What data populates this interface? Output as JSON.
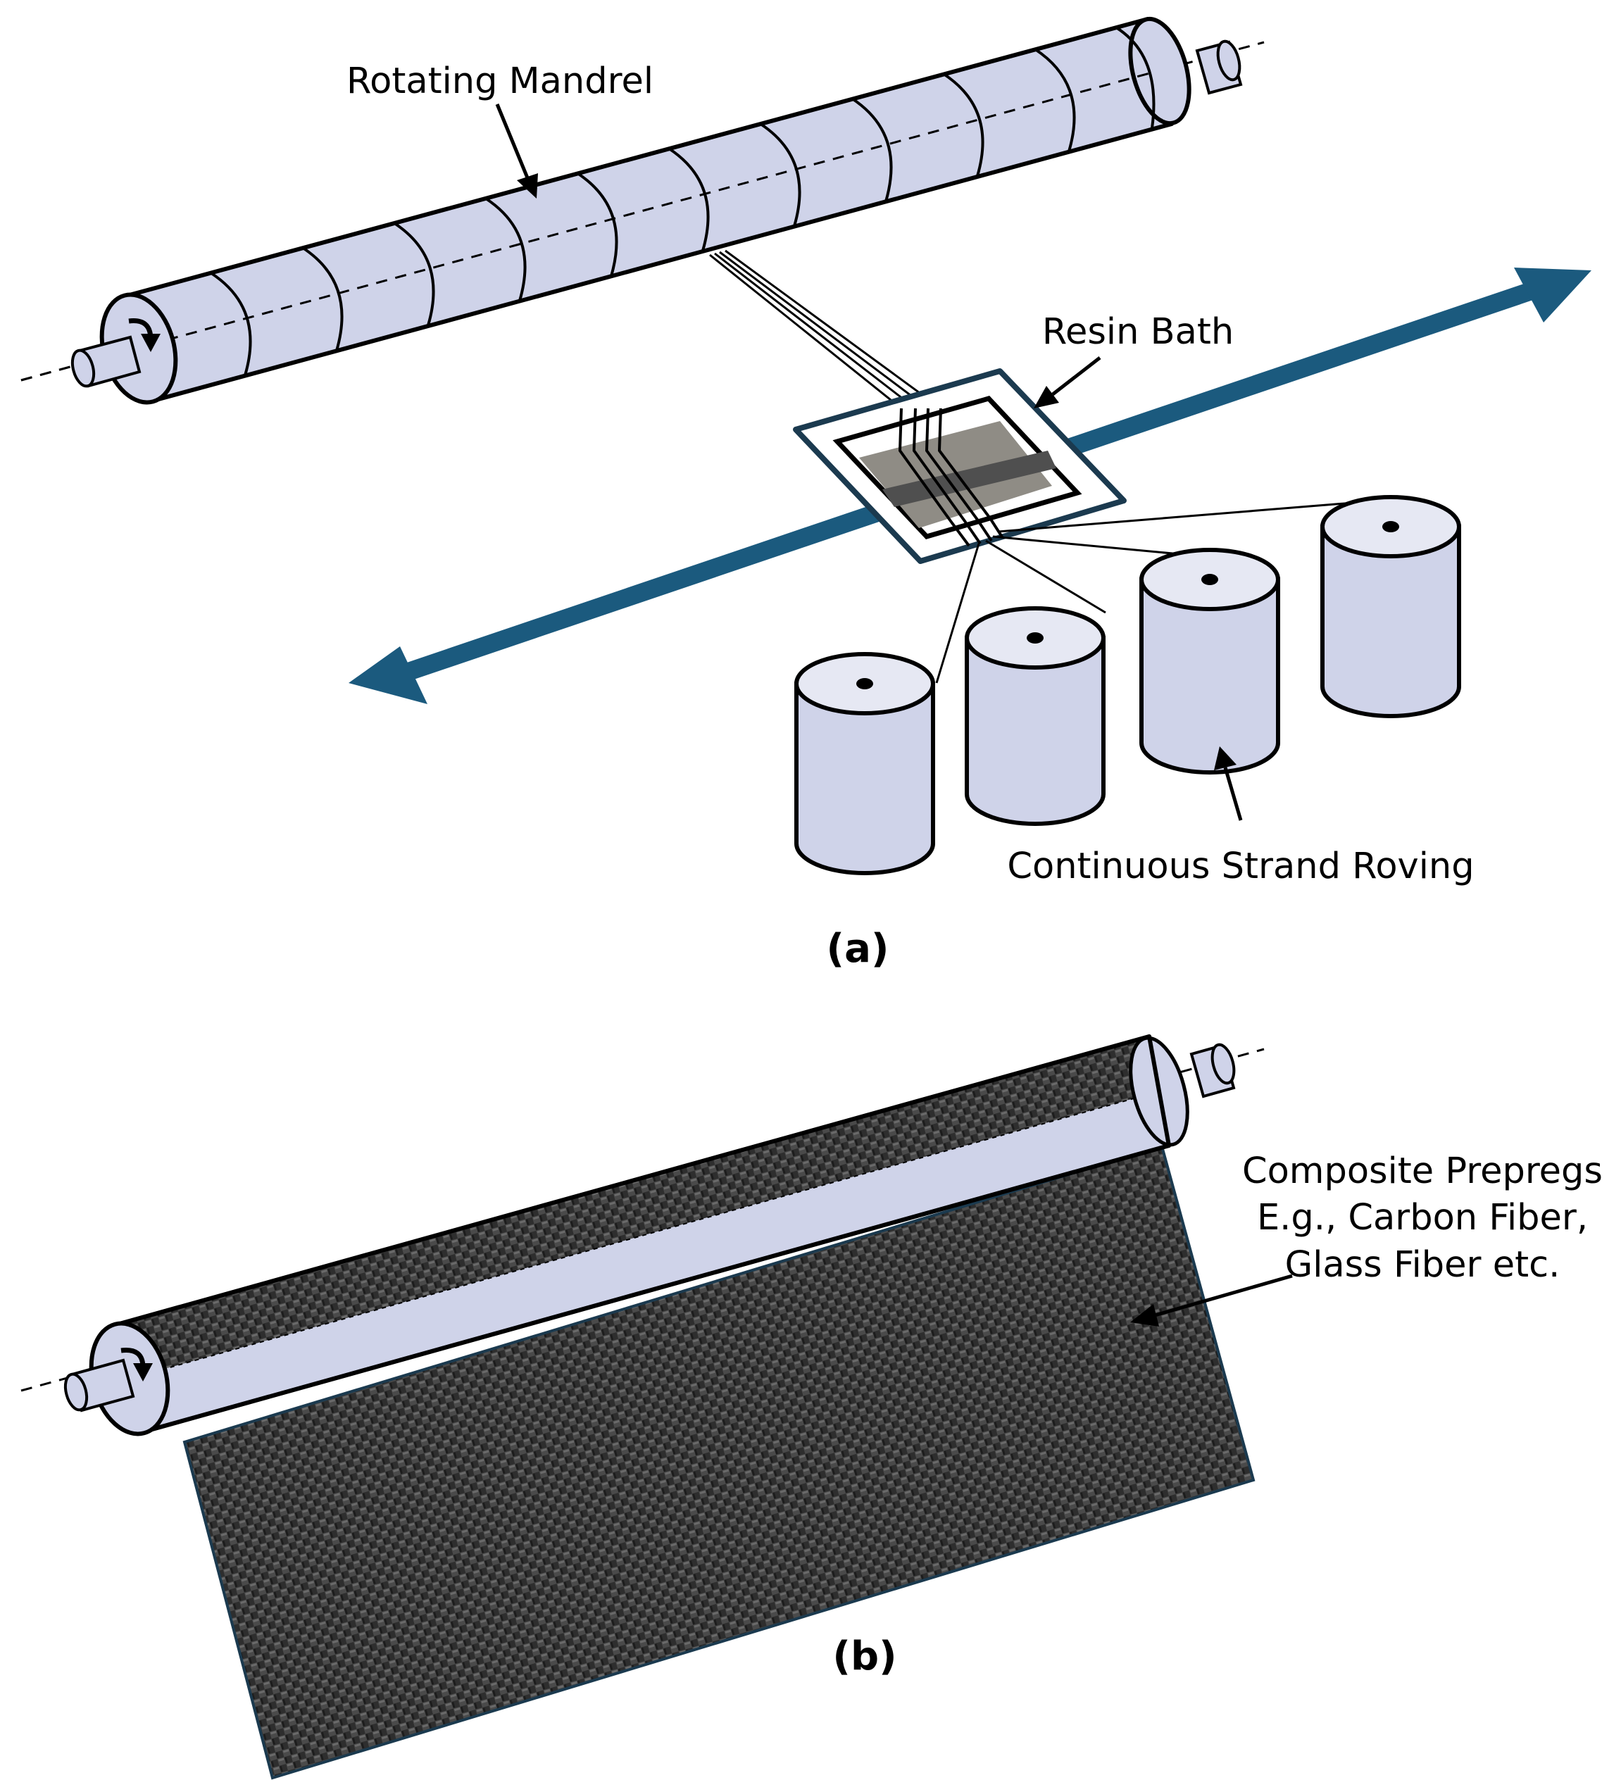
{
  "panel_a": {
    "label": "(a)",
    "mandrel_label": "Rotating Mandrel",
    "resin_bath_label": "Resin Bath",
    "roving_label": "Continuous Strand Roving"
  },
  "panel_b": {
    "label": "(b)",
    "prepreg_label_line1": "Composite Prepregs",
    "prepreg_label_line2": "E.g., Carbon Fiber,",
    "prepreg_label_line3": "Glass Fiber etc."
  },
  "colors": {
    "mandrel_fill": "#cfd3e9",
    "outline": "#000000",
    "traverse_arrow": "#1b5a7e",
    "resin_dark": "#4f4f4f",
    "carbon_fabric": "#2b2b2b"
  }
}
